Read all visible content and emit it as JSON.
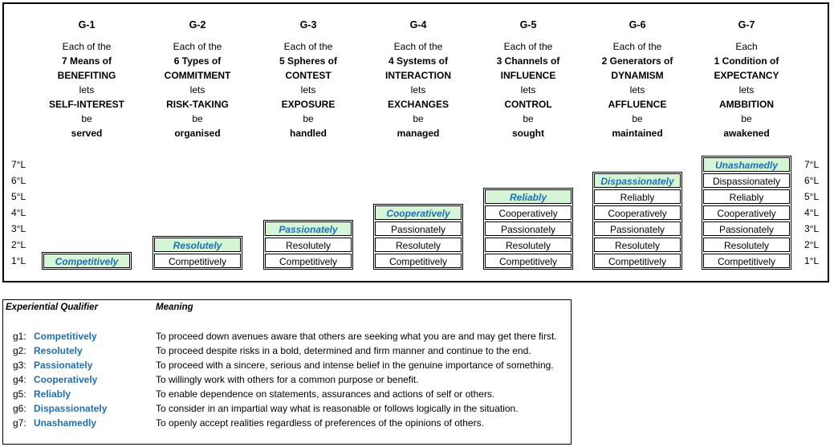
{
  "columns": [
    {
      "id": "G-1",
      "l1": "Each of the",
      "l2": "7 Means of",
      "l3": "BENEFITING",
      "l4": "lets",
      "l5": "SELF-INTEREST",
      "l6": "be",
      "l7": "served"
    },
    {
      "id": "G-2",
      "l1": "Each of the",
      "l2": "6 Types of",
      "l3": "COMMITMENT",
      "l4": "lets",
      "l5": "RISK-TAKING",
      "l6": "be",
      "l7": "organised"
    },
    {
      "id": "G-3",
      "l1": "Each of the",
      "l2": "5 Spheres of",
      "l3": "CONTEST",
      "l4": "lets",
      "l5": "EXPOSURE",
      "l6": "be",
      "l7": "handled"
    },
    {
      "id": "G-4",
      "l1": "Each of the",
      "l2": "4 Systems of",
      "l3": "INTERACTION",
      "l4": "lets",
      "l5": "EXCHANGES",
      "l6": "be",
      "l7": "managed"
    },
    {
      "id": "G-5",
      "l1": "Each of the",
      "l2": "3 Channels of",
      "l3": "INFLUENCE",
      "l4": "lets",
      "l5": "CONTROL",
      "l6": "be",
      "l7": "sought"
    },
    {
      "id": "G-6",
      "l1": "Each of the",
      "l2": "2 Generators of",
      "l3": "DYNAMISM",
      "l4": "lets",
      "l5": "AFFLUENCE",
      "l6": "be",
      "l7": "maintained"
    },
    {
      "id": "G-7",
      "l1": "Each",
      "l2": "1 Condition of",
      "l3": "EXPECTANCY",
      "l4": "lets",
      "l5": "AMBBITION",
      "l6": "be",
      "l7": "awakened"
    }
  ],
  "levels": [
    "1°L",
    "2°L",
    "3°L",
    "4°L",
    "5°L",
    "6°L",
    "7°L"
  ],
  "qualifiers": [
    "Competitively",
    "Resolutely",
    "Passionately",
    "Cooperatively",
    "Reliably",
    "Dispassionately",
    "Unashamedly"
  ],
  "legend": {
    "heading_qualifier": "Experiential Qualifier",
    "heading_meaning": "Meaning",
    "rows": [
      {
        "code": "g1:",
        "term": "Competitively",
        "meaning": "To proceed down avenues aware that others are seeking what you are and may get there first."
      },
      {
        "code": "g2:",
        "term": "Resolutely",
        "meaning": "To proceed despite risks in a bold, determined and firm manner and continue to the end."
      },
      {
        "code": "g3:",
        "term": "Passionately",
        "meaning": "To proceed with a sincere, serious and intense belief in the genuine importance of something."
      },
      {
        "code": "g4:",
        "term": "Cooperatively",
        "meaning": "To willingly work with others for a common purpose or benefit."
      },
      {
        "code": "g5:",
        "term": "Reliably",
        "meaning": "To enable dependence on statements, assurances and actions of self or others."
      },
      {
        "code": "g6:",
        "term": "Dispassionately",
        "meaning": "To consider  in an impartial way what is reasonable or follows logically in the situation."
      },
      {
        "code": "g7:",
        "term": "Unashamedly",
        "meaning": "To openly accept realities regardless of preferences of the opinions of others."
      }
    ]
  },
  "colors": {
    "accent": "#1f6fb0",
    "highlight": "#d6f5d6"
  }
}
